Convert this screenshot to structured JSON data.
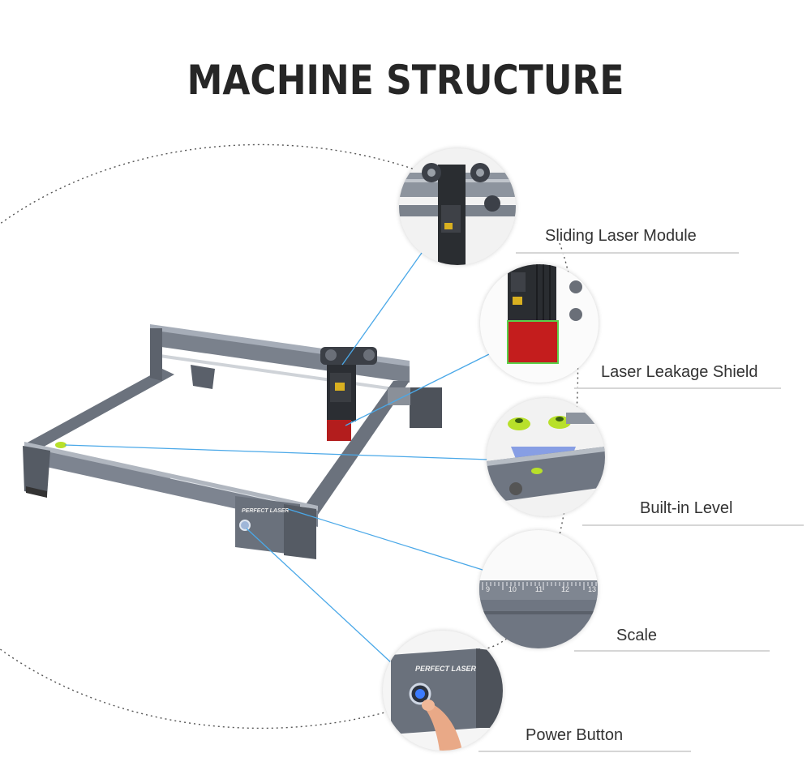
{
  "title": "MACHINE STRUCTURE",
  "brand": "PERFECT LASER",
  "features": [
    {
      "label": "Sliding Laser Module",
      "icon": "laser-module-closeup"
    },
    {
      "label": "Laser Leakage Shield",
      "icon": "leakage-shield-closeup"
    },
    {
      "label": "Built-in Level",
      "icon": "bubble-level-closeup"
    },
    {
      "label": "Scale",
      "icon": "ruler-scale-closeup"
    },
    {
      "label": "Power Button",
      "icon": "power-button-closeup"
    }
  ],
  "scale_ticks": [
    "9",
    "10",
    "11",
    "12",
    "13"
  ],
  "colors": {
    "title": "#262626",
    "connector_lines": "#4aa8e8",
    "frame": "#6f7682",
    "shield": "#c41d1d",
    "level_bubble": "#b8e02a"
  }
}
